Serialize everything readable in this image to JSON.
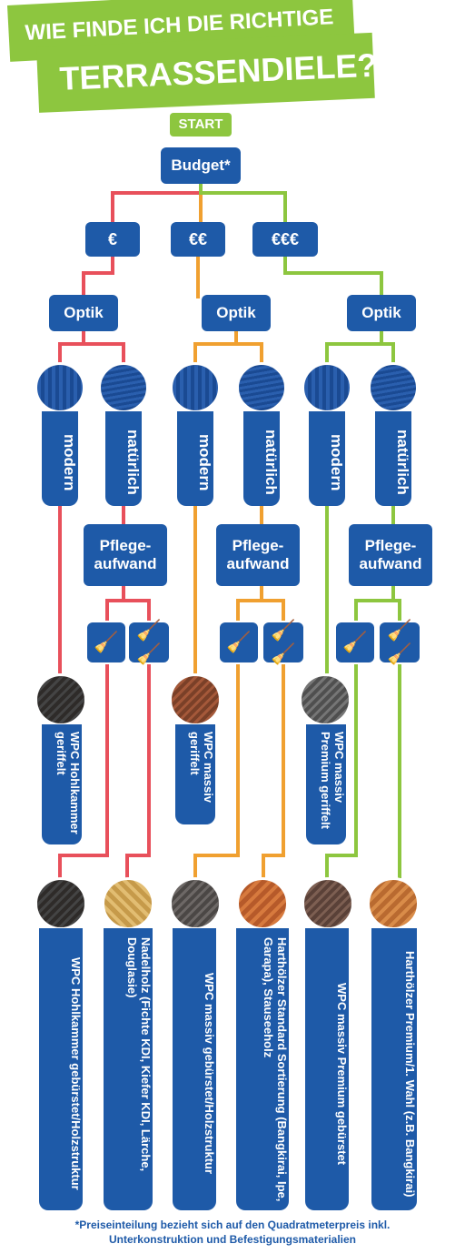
{
  "title": {
    "line1": "WIE FINDE ICH DIE RICHTIGE",
    "line2": "TERRASSENDIELE?"
  },
  "start": "START",
  "budget": "Budget*",
  "price_levels": [
    "€",
    "€€",
    "€€€"
  ],
  "optik": "Optik",
  "styles": {
    "modern": "modern",
    "natural": "natürlich"
  },
  "care": {
    "line1": "Pflege-",
    "line2": "aufwand"
  },
  "care_icons": [
    "low-care-brush-icon",
    "high-care-brushes-icon"
  ],
  "colors": {
    "red": "#e8505b",
    "orange": "#f0a030",
    "green": "#8dc63f",
    "blue": "#1e5aa8"
  },
  "products_middle": [
    "WPC Hohlkammer geriffelt",
    "WPC massiv geriffelt",
    "WPC massiv Premium geriffelt"
  ],
  "products_bottom": [
    "WPC Hohlkammer gebürstet/Holzstruktur",
    "Nadelholz (Fichte KDI, Kiefer KDI, Lärche, Douglasie)",
    "WPC massiv gebürstet/Holzstruktur",
    "Harthölzer Standard Sortierung (Bangkirai, Ipe, Garapa), Stauseeholz",
    "WPC massiv Premium gebürstet",
    "Harthölzer Premium/1. Wahl (z.B. Bangkirai)"
  ],
  "footnote": {
    "line1": "*Preiseinteilung bezieht sich auf den Quadratmeterpreis inkl.",
    "line2": "Unterkonstruktion und Befestigungsmaterialien"
  }
}
